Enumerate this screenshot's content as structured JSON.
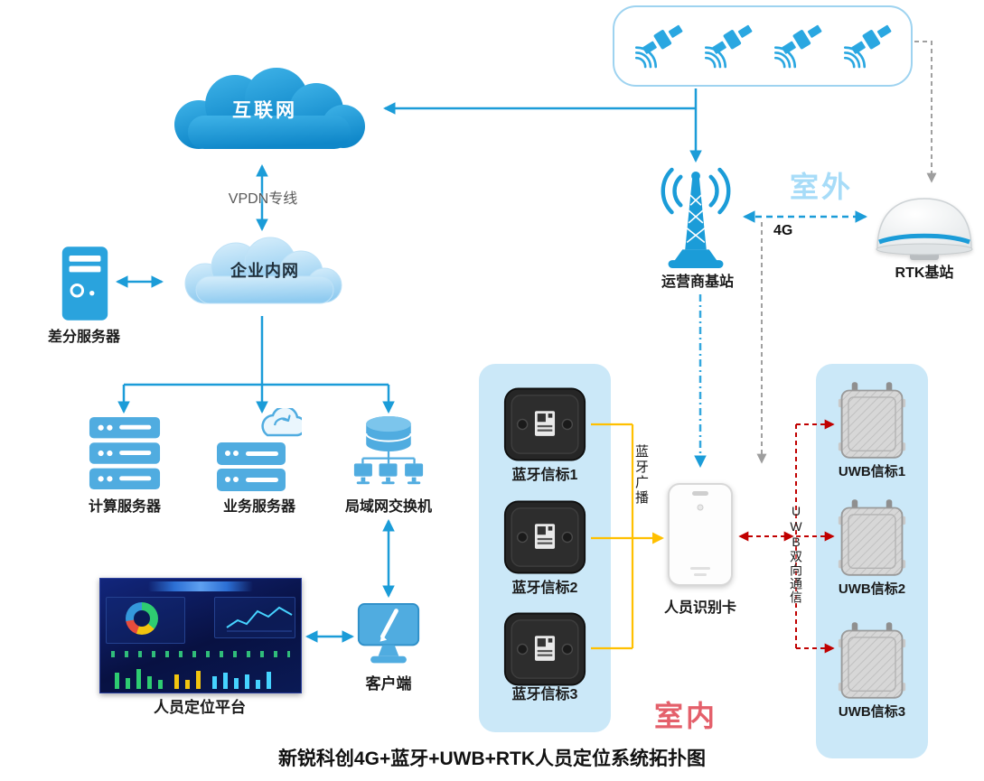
{
  "title": "新锐科创4G+蓝牙+UWB+RTK人员定位系统拓扑图",
  "zones": {
    "outdoor": "室外",
    "indoor": "室内"
  },
  "clouds": {
    "internet": "互联网",
    "intranet": "企业内网"
  },
  "nodes": {
    "diff_server": "差分服务器",
    "compute_server": "计算服务器",
    "business_server": "业务服务器",
    "lan_switch": "局域网交换机",
    "platform": "人员定位平台",
    "client": "客户端",
    "carrier_station": "运营商基站",
    "rtk_station": "RTK基站",
    "person_card": "人员识别卡"
  },
  "links": {
    "vpdn": "VPDN专线",
    "g4": "4G",
    "bt_broadcast": "蓝牙广播",
    "uwb_comm": "UWB双向通信"
  },
  "beacons": {
    "bt": [
      "蓝牙信标1",
      "蓝牙信标2",
      "蓝牙信标3"
    ],
    "uwb": [
      "UWB信标1",
      "UWB信标2",
      "UWB信标3"
    ]
  },
  "colors": {
    "blue": "#1B9CD8",
    "panel_blue": "#CBE8F8",
    "yellow": "#FFC000",
    "red": "#C00000",
    "gray": "#A0A0A0",
    "outdoor_text": "#A7DCF8",
    "indoor_text": "#E4606B"
  }
}
